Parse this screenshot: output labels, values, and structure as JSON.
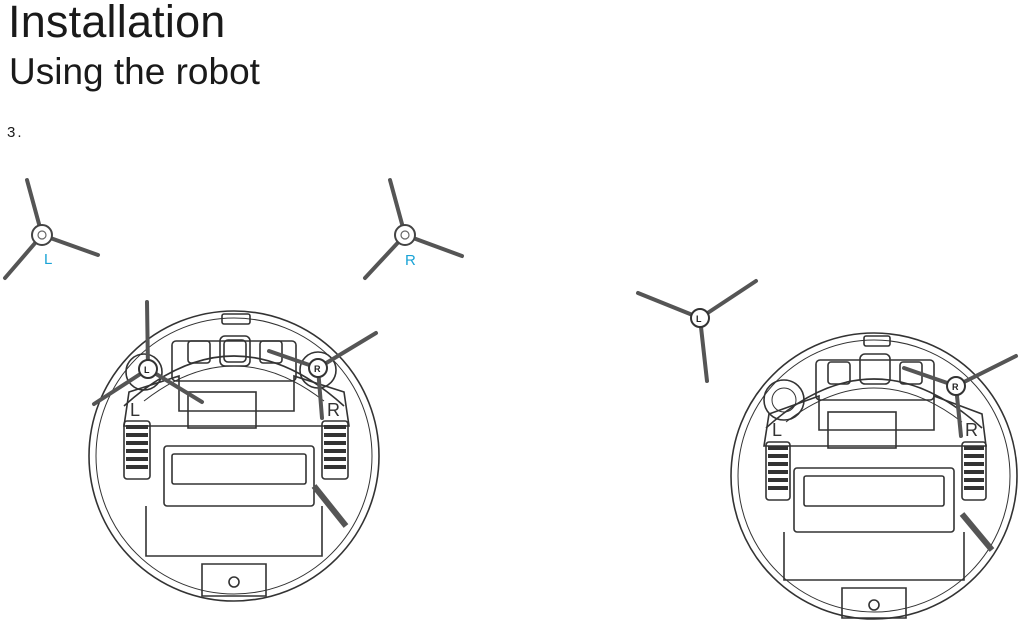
{
  "page": {
    "title": "Installation",
    "subtitle": "Using the robot",
    "step_number": "3."
  },
  "figures": {
    "brush_left_label": "L",
    "brush_right_label": "R",
    "robot_left_label": "L",
    "robot_right_label": "R",
    "hub_left_label": "L",
    "hub_right_label": "R",
    "label_color": "#1aa3d6"
  }
}
